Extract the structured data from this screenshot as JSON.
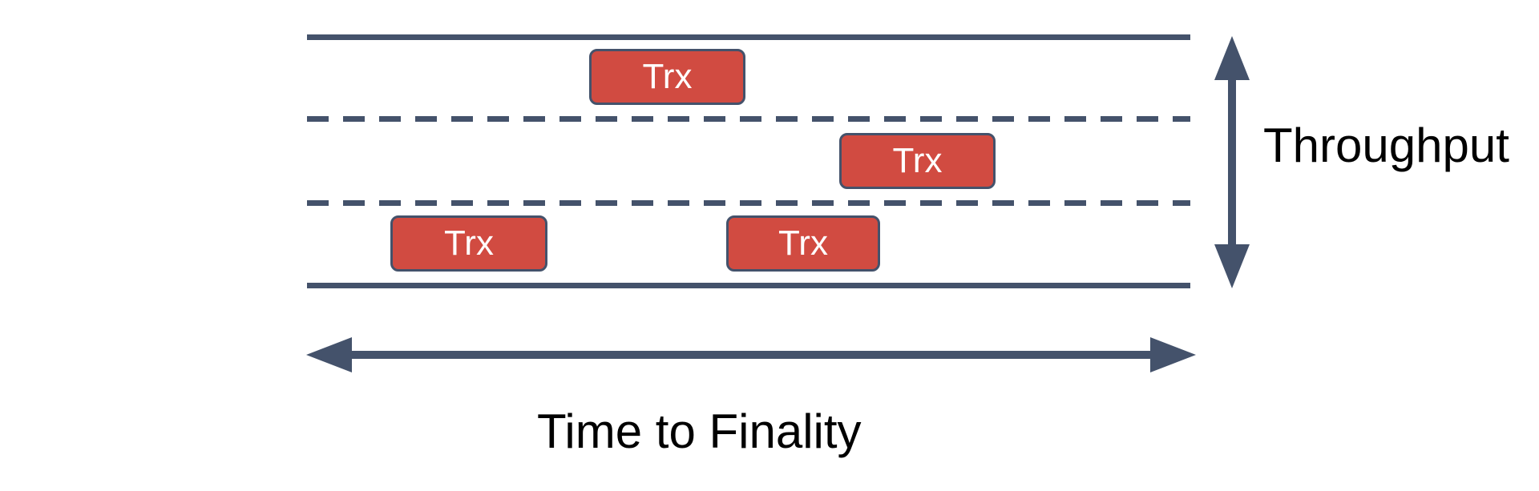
{
  "title": "Throughput vs Time to Finality transaction lanes diagram",
  "colors": {
    "background": "#FFFFFF",
    "line": "#44526B",
    "box_fill": "#D14B41",
    "box_border": "#44526B",
    "box_text": "#FFFFFF",
    "label_text": "#000000"
  },
  "road": {
    "lanes": 3,
    "transactions": [
      {
        "lane": 1,
        "label": "Trx"
      },
      {
        "lane": 2,
        "label": "Trx"
      },
      {
        "lane": 3,
        "label": "Trx"
      },
      {
        "lane": 3,
        "label": "Trx"
      }
    ]
  },
  "axes": {
    "vertical": {
      "label": "Throughput"
    },
    "horizontal": {
      "label": "Time to Finality"
    }
  }
}
